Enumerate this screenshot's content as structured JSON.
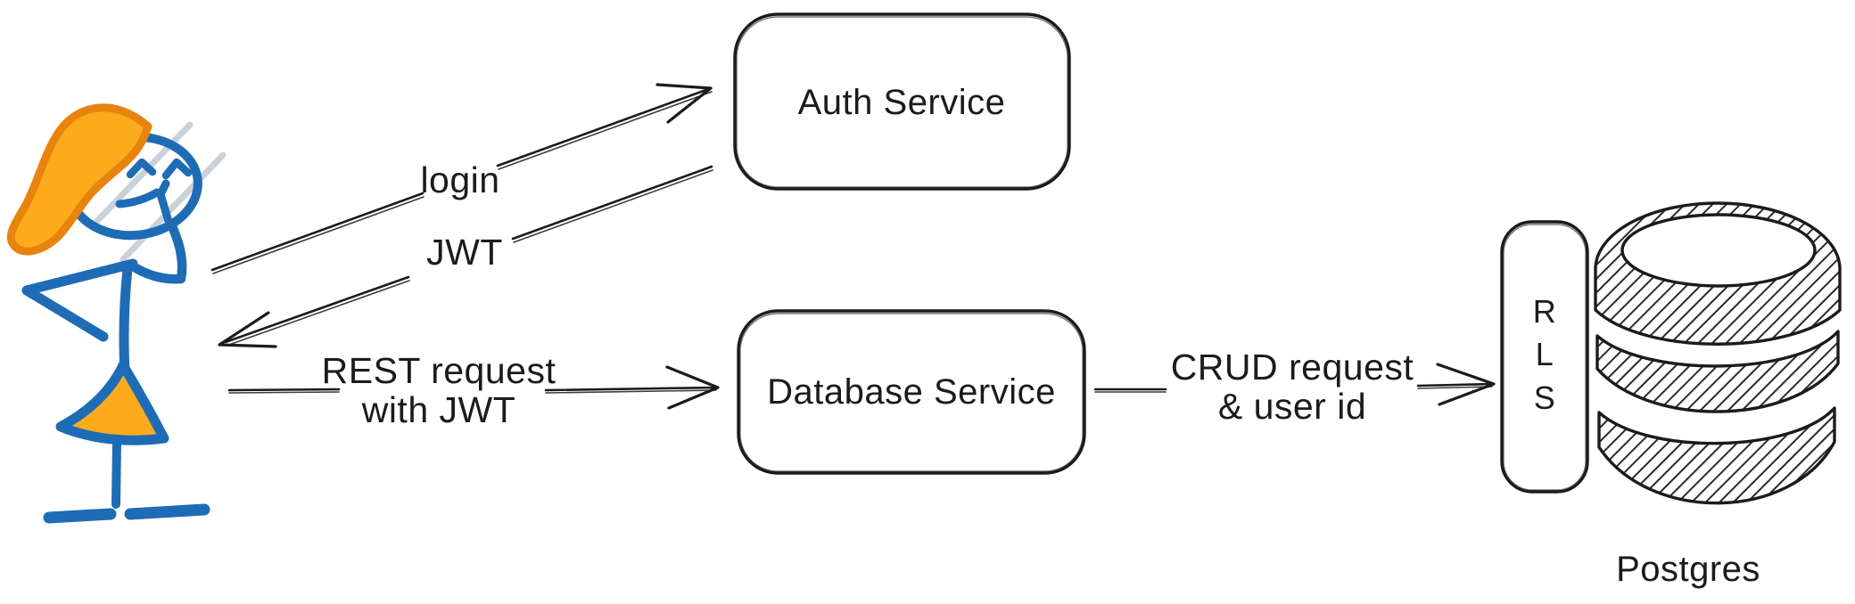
{
  "colors": {
    "ink": "#1b1b1b",
    "actor_blue": "#1e6cb5",
    "actor_orange": "#fbab1c",
    "actor_orange_dark": "#e8830e",
    "accent_gray": "#c9d1d9",
    "background": "#ffffff"
  },
  "actor": {
    "role": "user"
  },
  "nodes": {
    "auth_service": {
      "label": "Auth Service"
    },
    "database_service": {
      "label": "Database Service"
    },
    "rls": {
      "letters": [
        "R",
        "L",
        "S"
      ]
    },
    "postgres": {
      "label": "Postgres"
    }
  },
  "arrows": {
    "login": {
      "label": "login",
      "from": "user",
      "to": "auth_service"
    },
    "jwt": {
      "label": "JWT",
      "from": "auth_service",
      "to": "user"
    },
    "rest": {
      "label_line1": "REST request",
      "label_line2": "with JWT",
      "from": "user",
      "to": "database_service"
    },
    "crud": {
      "label_line1": "CRUD request",
      "label_line2": "& user id",
      "from": "database_service",
      "to": "rls"
    }
  }
}
